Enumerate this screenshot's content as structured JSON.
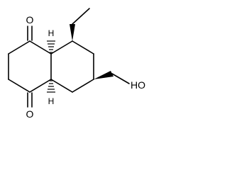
{
  "structure": {
    "labels": {
      "ketone_top": "O",
      "ketone_bottom": "O",
      "alcohol": "HO",
      "h_top": "H",
      "h_bottom": "H"
    }
  },
  "colors": {
    "bond": "#000000",
    "background": "#ffffff"
  }
}
